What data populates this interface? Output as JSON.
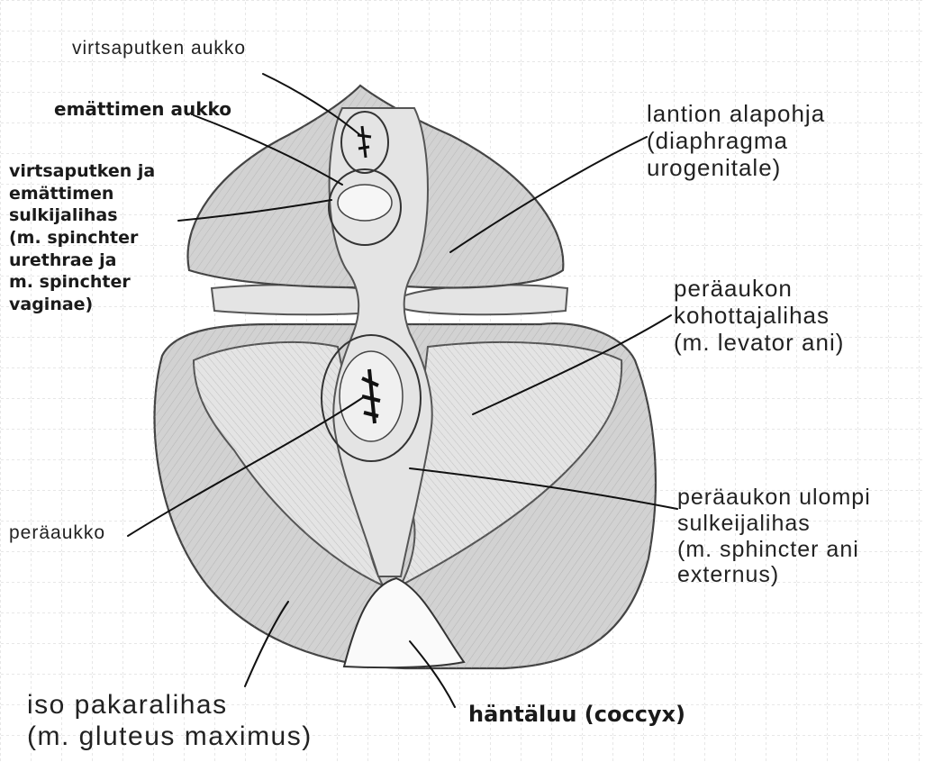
{
  "labels": {
    "urethral_opening": "virtsaputken aukko",
    "vaginal_opening": "emättimen aukko",
    "sphincter": [
      "virtsaputken ja",
      "emättimen",
      "sulkijalihas",
      "(m. spinchter",
      "urethrae ja",
      "m. spinchter",
      "vaginae)"
    ],
    "pelvic_floor": [
      "lantion alapohja",
      "(diaphragma",
      "urogenitale)"
    ],
    "levator_ani": [
      "peräaukon",
      "kohottajalihas",
      "(m. levator ani)"
    ],
    "anus": "peräaukko",
    "external_anal_sphincter": [
      "peräaukon ulompi",
      "sulkeijalihas",
      "(m. sphincter ani",
      "externus)"
    ],
    "gluteus_maximus": [
      "iso pakaralihas",
      "(m. gluteus maximus)"
    ],
    "coccyx": "häntäluu (coccyx)"
  },
  "colors": {
    "ink": "#1a1a1a",
    "grid": "#cfcfcf",
    "shading": "#d2d2d2"
  }
}
